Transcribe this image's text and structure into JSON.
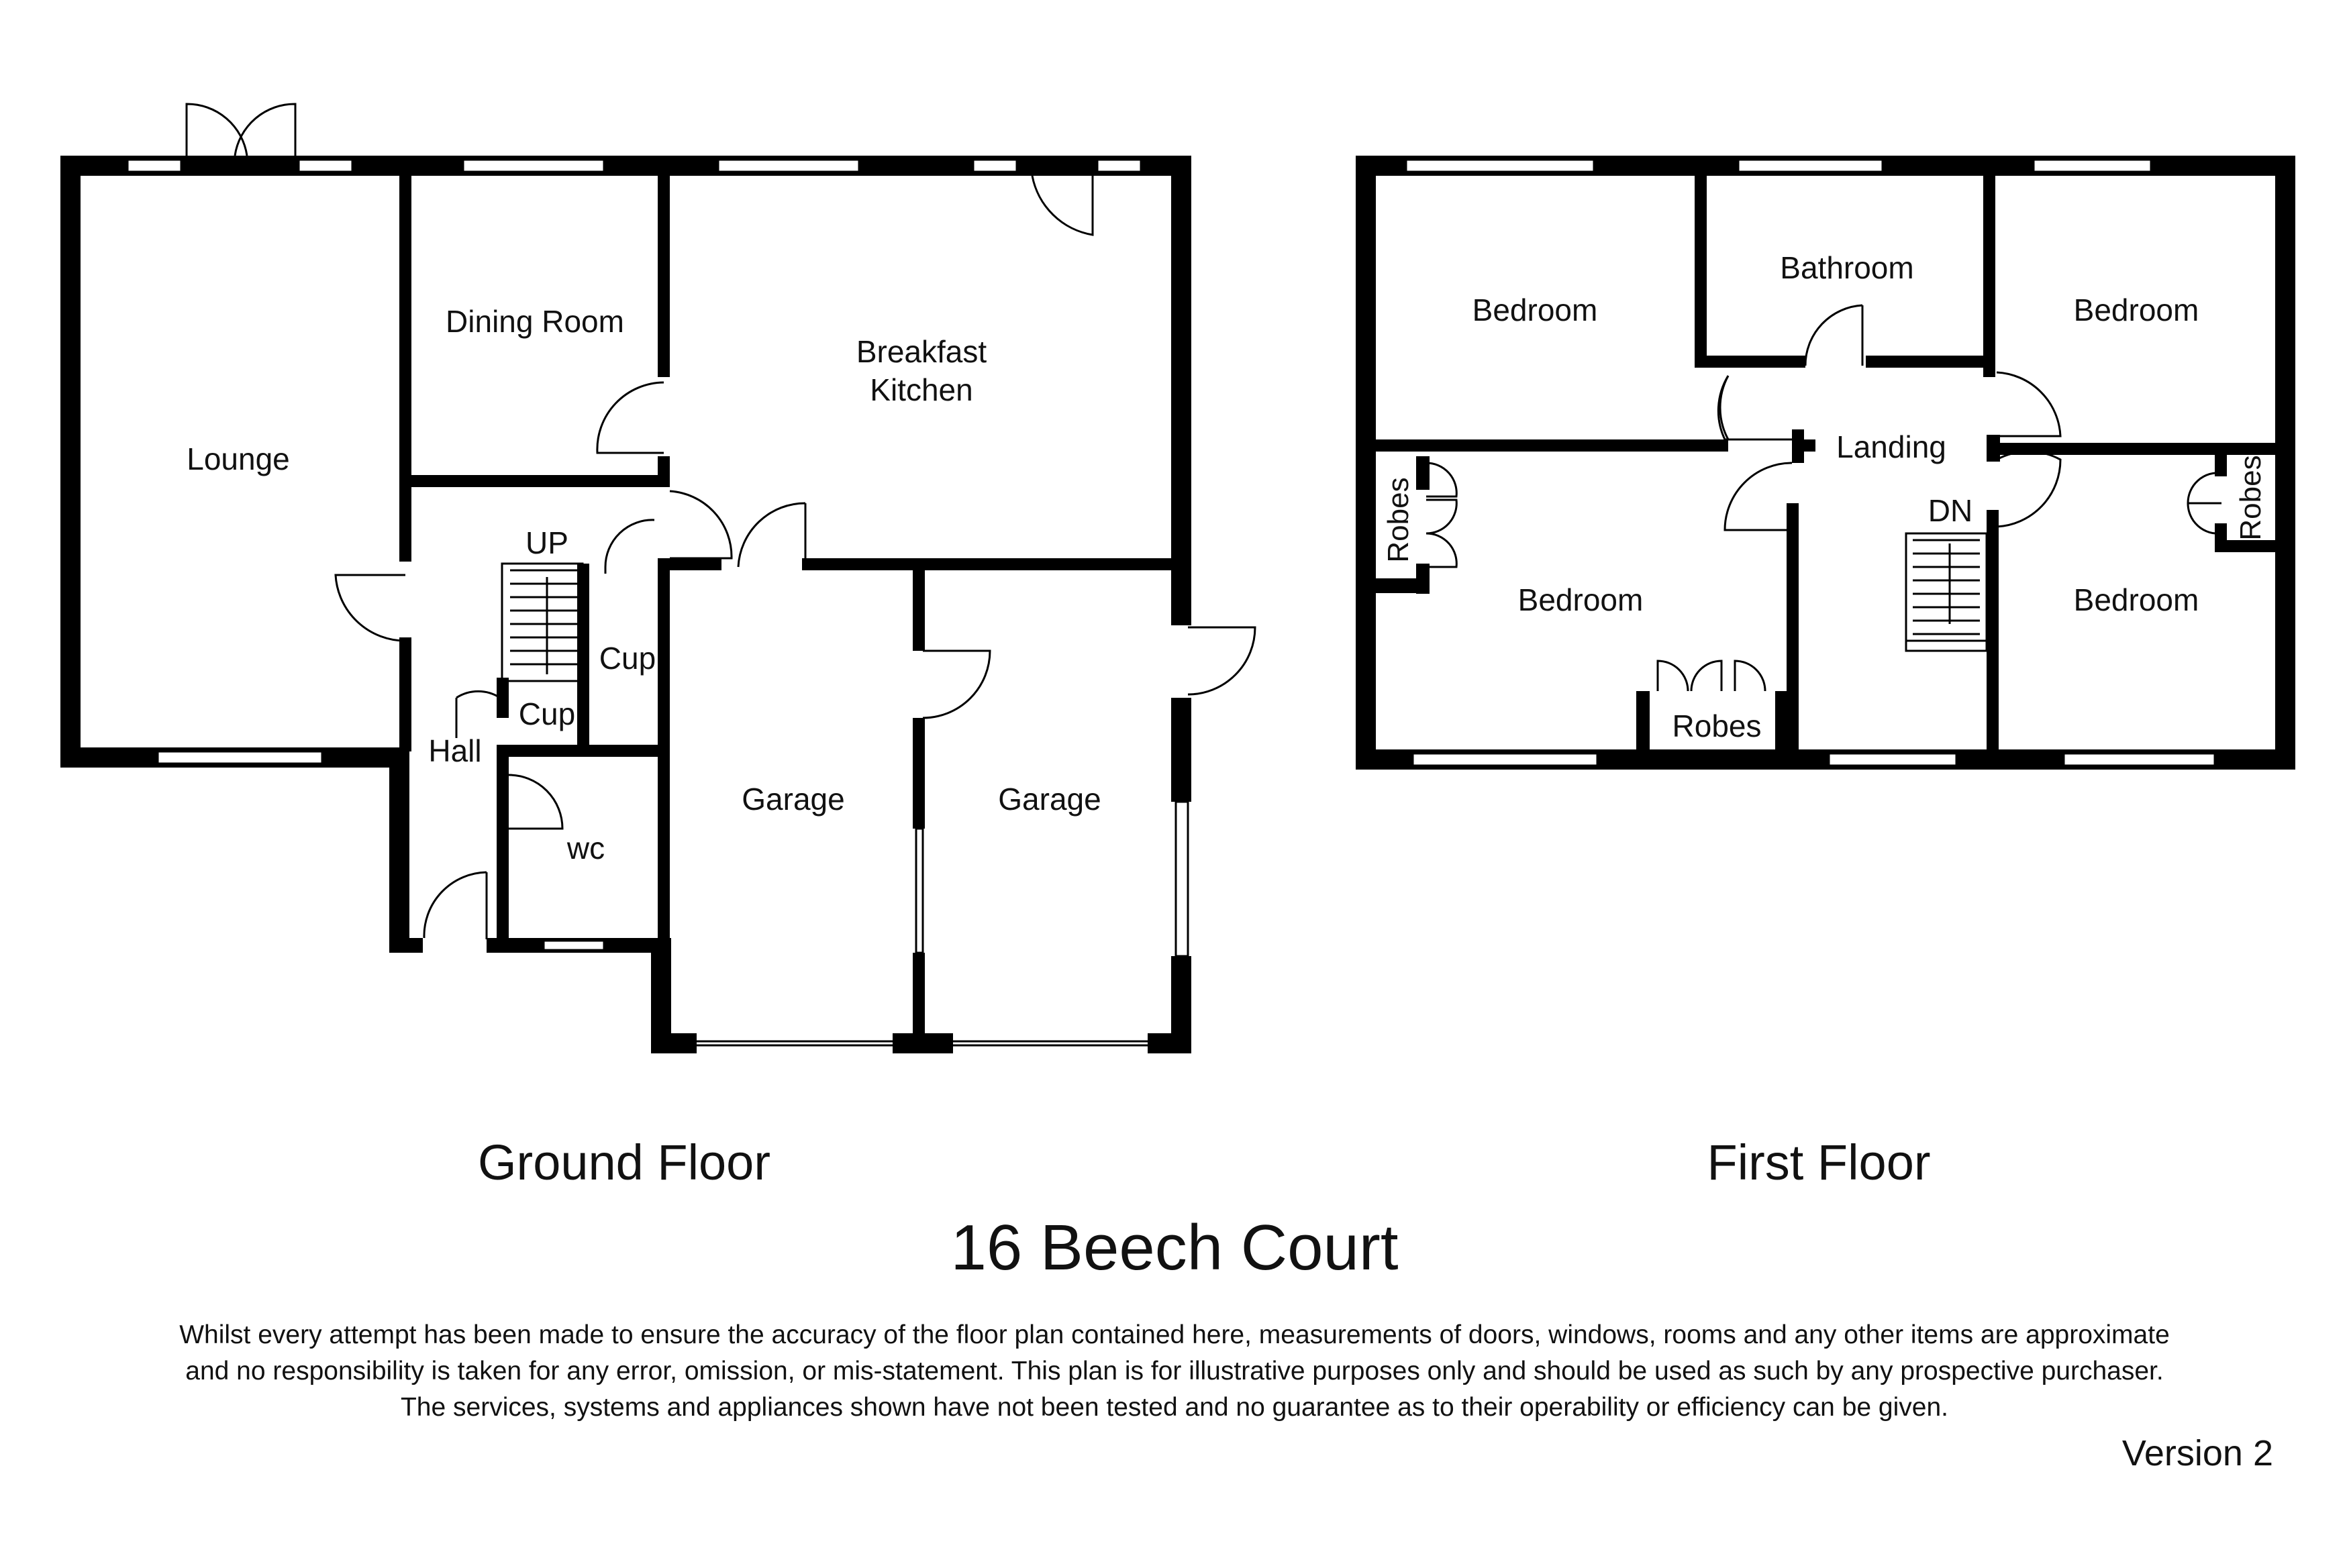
{
  "title": "16 Beech Court",
  "ground_floor": {
    "title": "Ground Floor",
    "rooms": {
      "lounge": "Lounge",
      "dining_room": "Dining Room",
      "kitchen_line1": "Breakfast",
      "kitchen_line2": "Kitchen",
      "hall": "Hall",
      "stairs_up": "UP",
      "cupboard_1": "Cup",
      "cupboard_2": "Cup",
      "wc": "wc",
      "garage_1": "Garage",
      "garage_2": "Garage"
    }
  },
  "first_floor": {
    "title": "First Floor",
    "rooms": {
      "bedroom_1": "Bedroom",
      "bathroom": "Bathroom",
      "bedroom_2": "Bedroom",
      "landing": "Landing",
      "stairs_down": "DN",
      "bedroom_3": "Bedroom",
      "bedroom_4": "Bedroom",
      "robes_1": "Robes",
      "robes_2": "Robes",
      "robes_3": "Robes"
    }
  },
  "disclaimer": {
    "line1": "Whilst every attempt has been made to ensure the accuracy of the floor plan contained here, measurements of doors, windows, rooms and any other items are approximate",
    "line2": "and no responsibility is taken for any error, omission, or mis-statement. This plan is for illustrative purposes only and should be used as such by any prospective purchaser.",
    "line3": "The services, systems and appliances shown have not been tested and no guarantee as to their operability or efficiency can be given."
  },
  "version": "Version 2"
}
